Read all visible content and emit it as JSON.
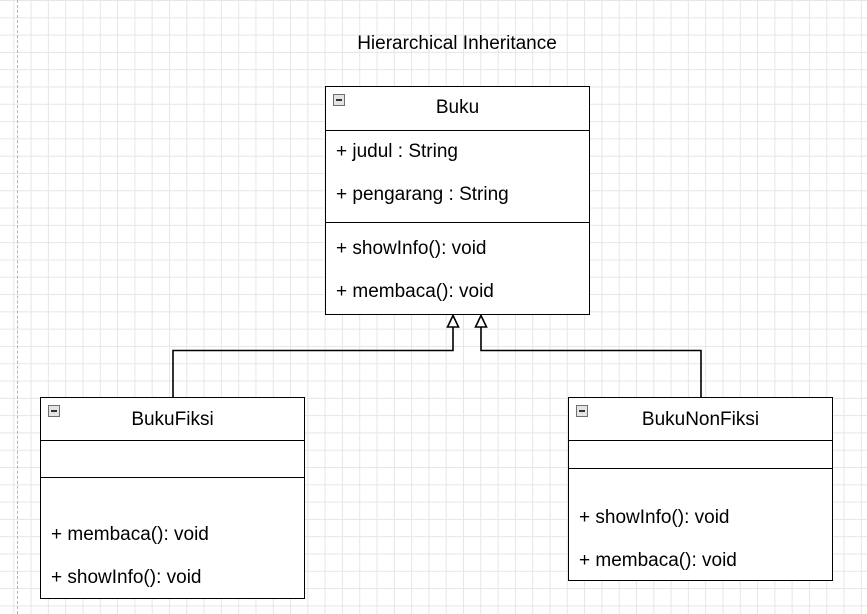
{
  "diagram": {
    "title": "Hierarchical Inheritance",
    "classes": [
      {
        "name": "Buku",
        "attributes": [
          "+ judul : String",
          "+ pengarang : String"
        ],
        "methods": [
          "+ showInfo(): void",
          "+ membaca(): void"
        ]
      },
      {
        "name": "BukuFiksi",
        "attributes": [],
        "methods": [
          "+ membaca(): void",
          "+ showInfo(): void"
        ]
      },
      {
        "name": "BukuNonFiksi",
        "attributes": [],
        "methods": [
          "+ showInfo(): void",
          "+ membaca(): void"
        ]
      }
    ],
    "relations": [
      {
        "type": "inheritance",
        "from": "BukuFiksi",
        "to": "Buku"
      },
      {
        "type": "inheritance",
        "from": "BukuNonFiksi",
        "to": "Buku"
      }
    ]
  }
}
